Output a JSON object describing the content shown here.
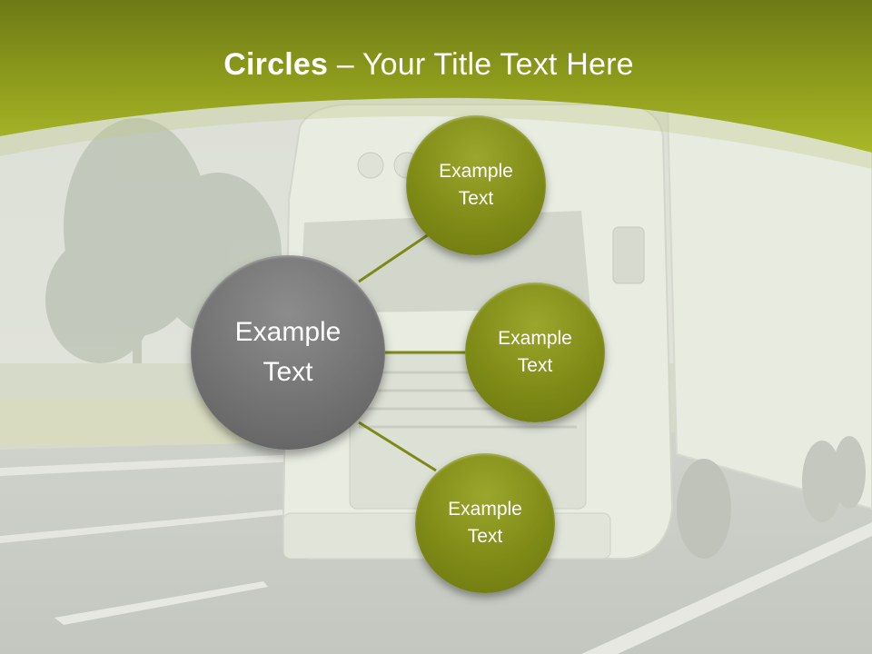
{
  "slide": {
    "title_bold": "Circles",
    "title_rest": " – Your Title Text Here",
    "main_circle": {
      "line1": "Example",
      "line2": "Text"
    },
    "satellites": [
      {
        "line1": "Example",
        "line2": "Text"
      },
      {
        "line1": "Example",
        "line2": "Text"
      },
      {
        "line1": "Example",
        "line2": "Text"
      }
    ]
  },
  "colors": {
    "header_green": "#8f9d1c",
    "circle_green": "#7f8b16",
    "circle_gray": "#737373",
    "connector": "#7d8a18"
  },
  "background": {
    "photo": "white-truck-on-highway"
  }
}
